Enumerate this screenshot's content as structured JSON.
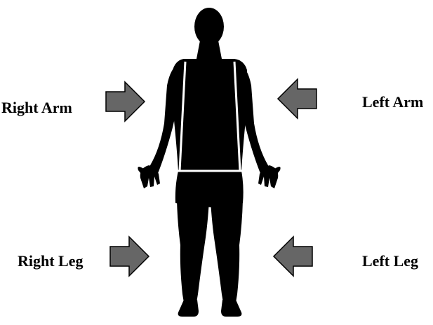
{
  "labels": {
    "right_arm": "Right Arm",
    "left_arm": "Left Arm",
    "right_leg": "Right Leg",
    "left_leg": "Left Leg"
  },
  "colors": {
    "silhouette": "#000000",
    "arrow_fill": "#666666",
    "arrow_stroke": "#000000",
    "divider_lines": "#ffffff",
    "background": "#ffffff"
  },
  "icons": {
    "body": "human-body-silhouette-icon",
    "arrow_right": "arrow-right-icon",
    "arrow_left": "arrow-left-icon"
  }
}
